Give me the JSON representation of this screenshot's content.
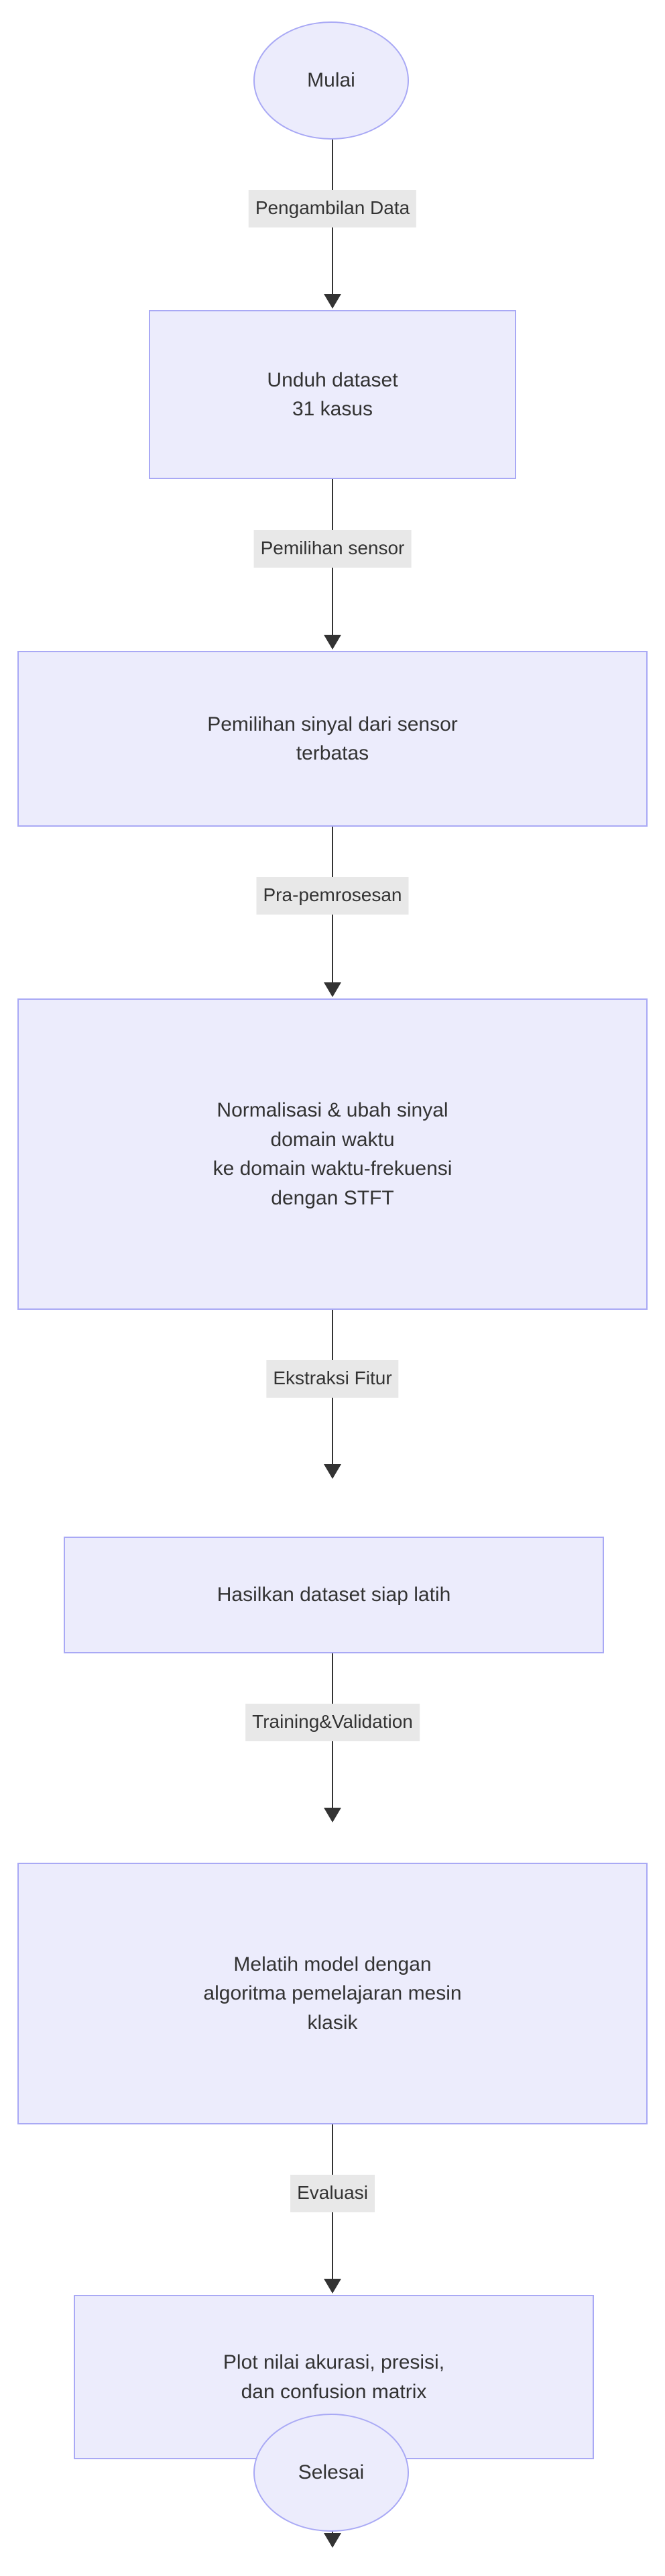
{
  "diagram": {
    "title": "Alur penelitian",
    "orientation": "top-to-bottom",
    "colors": {
      "node_fill": "#ececfc",
      "node_border": "#a9a9f5",
      "edge": "#333333",
      "edge_label_bg": "#e8e8e8",
      "text": "#333333",
      "background": "#ffffff"
    },
    "nodes": [
      {
        "id": "mulai",
        "shape": "ellipse",
        "label": "Mulai"
      },
      {
        "id": "unduh",
        "shape": "rectangle",
        "label": "Unduh dataset\n31 kasus"
      },
      {
        "id": "pemilihan",
        "shape": "rectangle",
        "label": "Pemilihan sinyal dari sensor\nterbatas"
      },
      {
        "id": "normalisasi",
        "shape": "rectangle",
        "label": "Normalisasi & ubah sinyal\ndomain waktu\nke domain waktu-frekuensi\ndengan STFT"
      },
      {
        "id": "hasilkan",
        "shape": "rectangle",
        "label": "Hasilkan dataset siap latih"
      },
      {
        "id": "melatih",
        "shape": "rectangle",
        "label": "Melatih model dengan\nalgoritma pemelajaran mesin\nklasik"
      },
      {
        "id": "plot",
        "shape": "rectangle",
        "label": "Plot nilai akurasi, presisi,\ndan confusion matrix"
      },
      {
        "id": "selesai",
        "shape": "ellipse",
        "label": "Selesai"
      }
    ],
    "edges": [
      {
        "from": "mulai",
        "to": "unduh",
        "label": "Pengambilan Data"
      },
      {
        "from": "unduh",
        "to": "pemilihan",
        "label": "Pemilihan sensor"
      },
      {
        "from": "pemilihan",
        "to": "normalisasi",
        "label": "Pra-pemrosesan"
      },
      {
        "from": "normalisasi",
        "to": "hasilkan",
        "label": "Ekstraksi Fitur"
      },
      {
        "from": "hasilkan",
        "to": "melatih",
        "label": "Training&Validation"
      },
      {
        "from": "melatih",
        "to": "plot",
        "label": "Evaluasi"
      },
      {
        "from": "plot",
        "to": "selesai",
        "label": ""
      }
    ]
  }
}
